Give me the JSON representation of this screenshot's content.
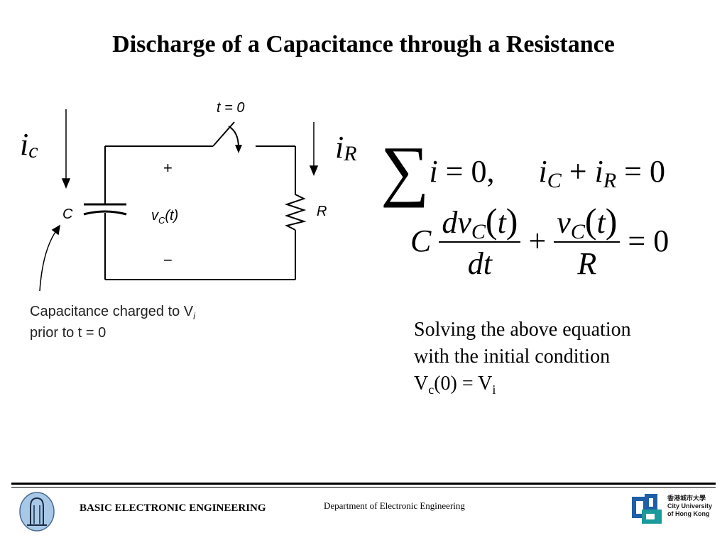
{
  "title": "Discharge of a Capacitance through a Resistance",
  "circuit": {
    "switch_label": "t = 0",
    "plus_sign": "+",
    "minus_sign": "−",
    "capacitor_label": "C",
    "voltage_label": "v",
    "voltage_sub": "C",
    "voltage_arg": "(t)",
    "resistor_label": "R",
    "note_line1_text": "Capacitance charged to V",
    "note_line1_sub": "i",
    "note_line2": "prior to t = 0"
  },
  "currents": {
    "ic_main": "i",
    "ic_sub": "c",
    "ir_main": "i",
    "ir_sub": "R"
  },
  "equations": {
    "kcl_sigma": "∑",
    "kcl_var": "i",
    "kcl_rhs": " = 0,",
    "sum_i1": "i",
    "sum_i1_sub": "C",
    "sum_plus": " + ",
    "sum_i2": "i",
    "sum_i2_sub": "R",
    "sum_rhs": " = 0",
    "ode_coef": "C",
    "ode_num1_var": "dv",
    "ode_num1_sub": "C",
    "ode_t_open": "(",
    "ode_t": "t",
    "ode_t_close": ")",
    "ode_den1": "dt",
    "ode_plus": "+",
    "ode_num2_var": "v",
    "ode_num2_sub": "C",
    "ode_den2": "R",
    "ode_rhs": "= 0"
  },
  "solving_text": {
    "line1": "Solving the above equation",
    "line2": "with the initial condition",
    "cond_v1": "V",
    "cond_v1_sub": "c",
    "cond_mid": "(0) = V",
    "cond_v2_sub": "i"
  },
  "footer": {
    "course": "BASIC ELECTRONIC ENGINEERING",
    "department": "Department of Electronic Engineering",
    "uni_chinese": "香港城市大學",
    "uni_line1": "City University",
    "uni_line2": "of Hong Kong"
  },
  "colors": {
    "logo_left_blue": "#a8c8e8",
    "logo_right_blue": "#1e5fa8",
    "logo_teal": "#1a9a9a"
  }
}
